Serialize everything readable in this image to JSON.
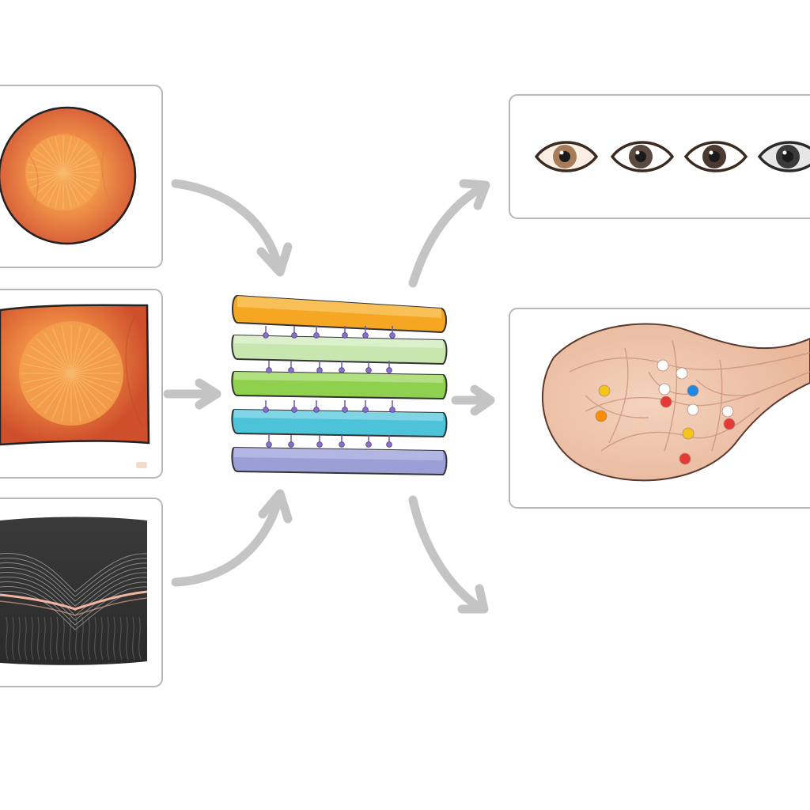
{
  "colors": {
    "background": "#ffffff",
    "panel_border": "#b8b8b8",
    "arrow": "#c4c4c4",
    "fundus_outer": "#d9623a",
    "fundus_inner": "#f39a4a",
    "slab_top": "#f5a623",
    "slab_2": "#c8e6b0",
    "slab_3": "#8fd14f",
    "slab_4": "#4dc3d9",
    "slab_5": "#9b9fd6",
    "node": "#8a6fc9",
    "tissue": "#f2cdb6",
    "tissue_vein": "#c98d78"
  },
  "inputs": [
    {
      "name": "fundus-photo-circular",
      "icon": "retina-fundus-icon"
    },
    {
      "name": "fundus-photo-square",
      "icon": "retina-fundus-icon"
    },
    {
      "name": "oct-cross-section",
      "icon": "oct-scan-icon"
    }
  ],
  "model": {
    "icon": "stacked-layers-icon",
    "layer_count": 5
  },
  "outputs": [
    {
      "name": "eye-classification",
      "icon": "eye-icon",
      "count": 4
    },
    {
      "name": "lesion-detection",
      "icon": "tissue-icon"
    },
    {
      "name": "additional-output",
      "icon": ""
    }
  ],
  "lesion_dot_colors": [
    "#ffffff",
    "#f5c518",
    "#e53935",
    "#1e88e5",
    "#fb8c00",
    "#ffffff",
    "#e53935",
    "#ffffff",
    "#f5c518",
    "#ffffff",
    "#e53935",
    "#ffffff"
  ]
}
